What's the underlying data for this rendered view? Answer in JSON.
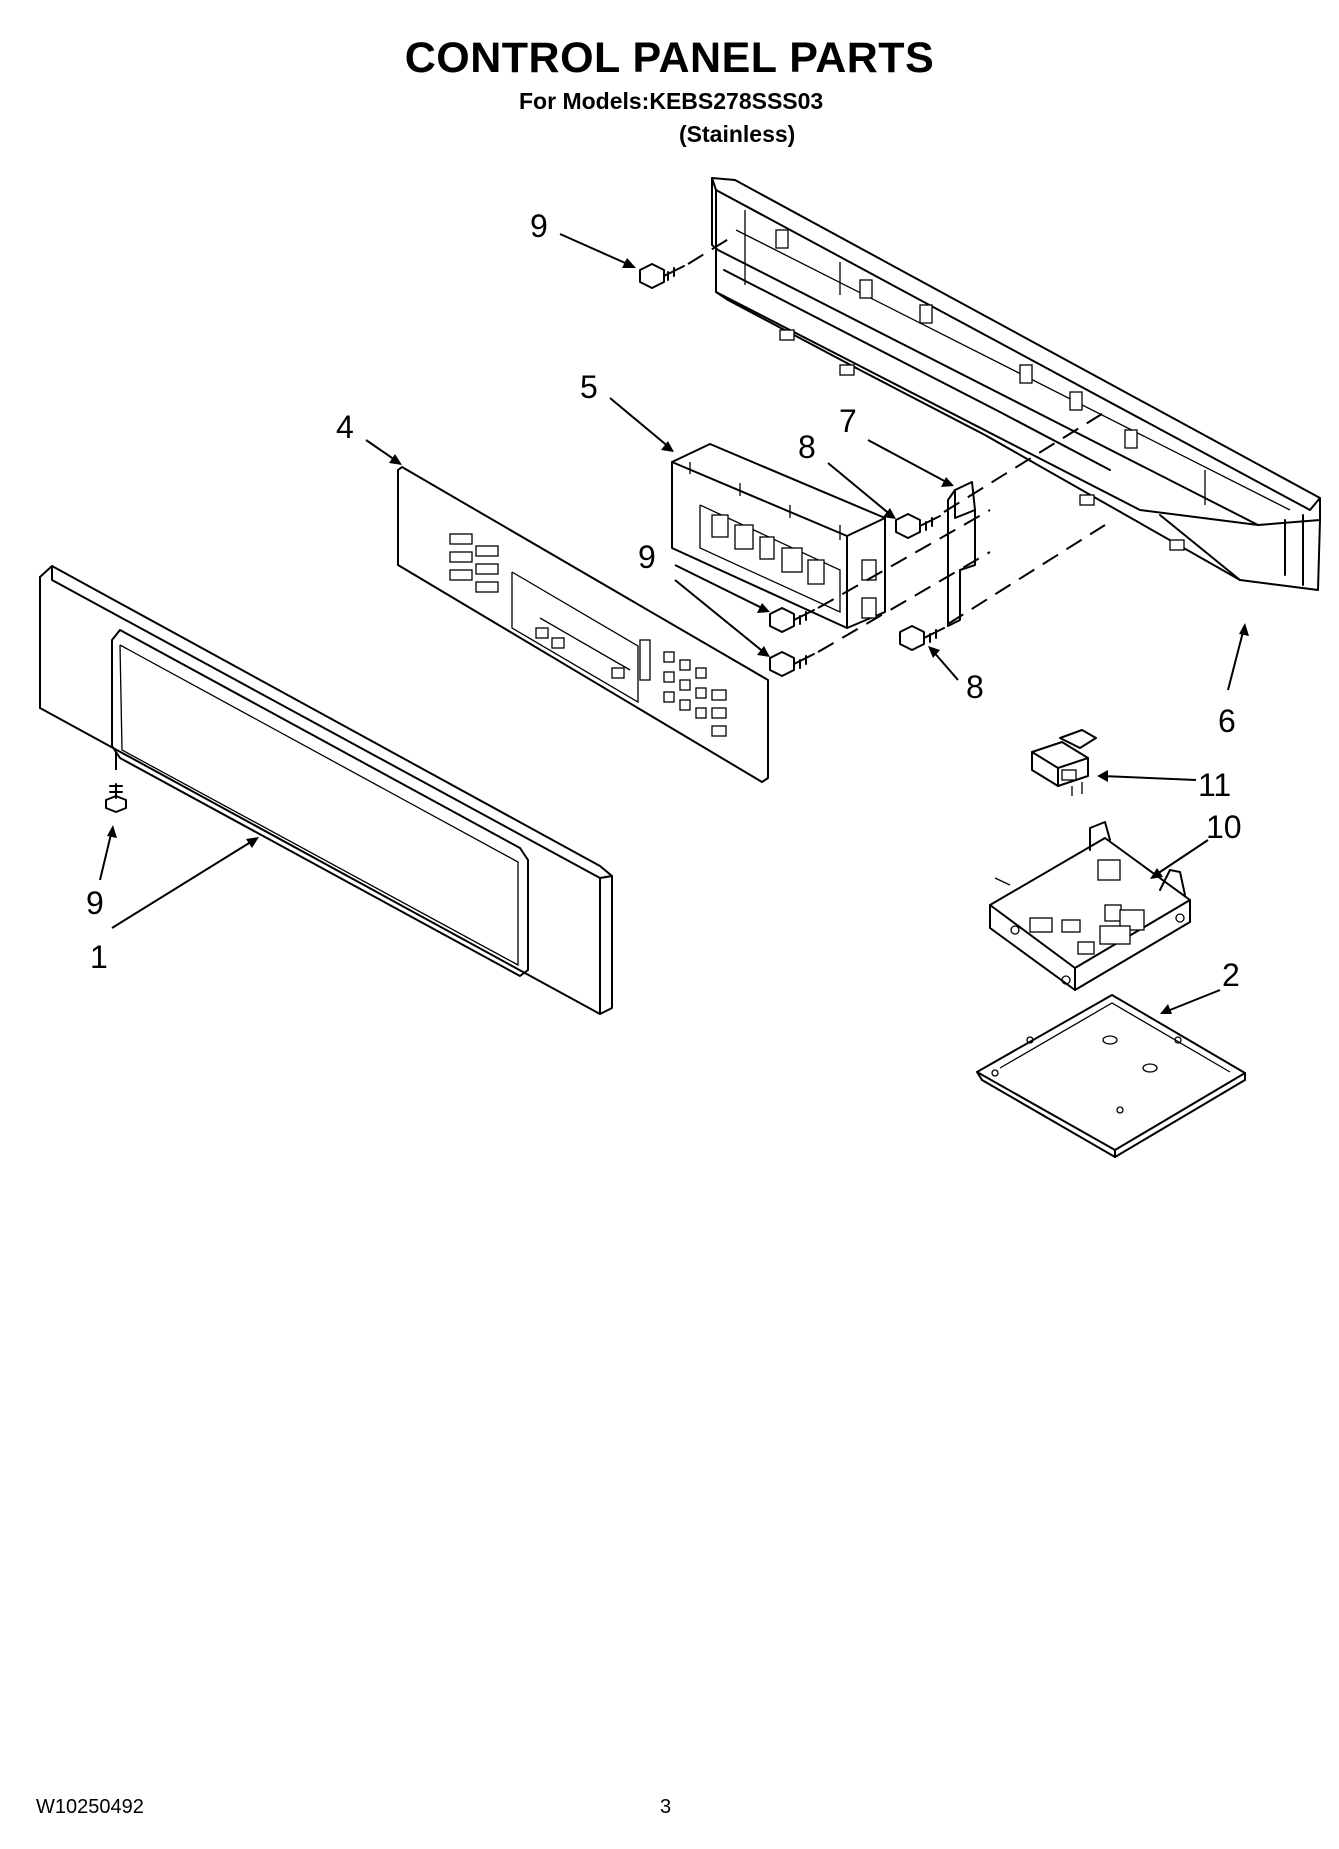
{
  "header": {
    "title": "CONTROL PANEL PARTS",
    "models": "For Models:KEBS278SSS03",
    "finish": "(Stainless)"
  },
  "footer": {
    "doc_number": "W10250492",
    "page_number": "3"
  },
  "callouts": {
    "c1": "1",
    "c2": "2",
    "c4": "4",
    "c5": "5",
    "c6": "6",
    "c7": "7",
    "c8a": "8",
    "c8b": "8",
    "c9a": "9",
    "c9b": "9",
    "c9c": "9",
    "c10": "10",
    "c11": "11"
  }
}
